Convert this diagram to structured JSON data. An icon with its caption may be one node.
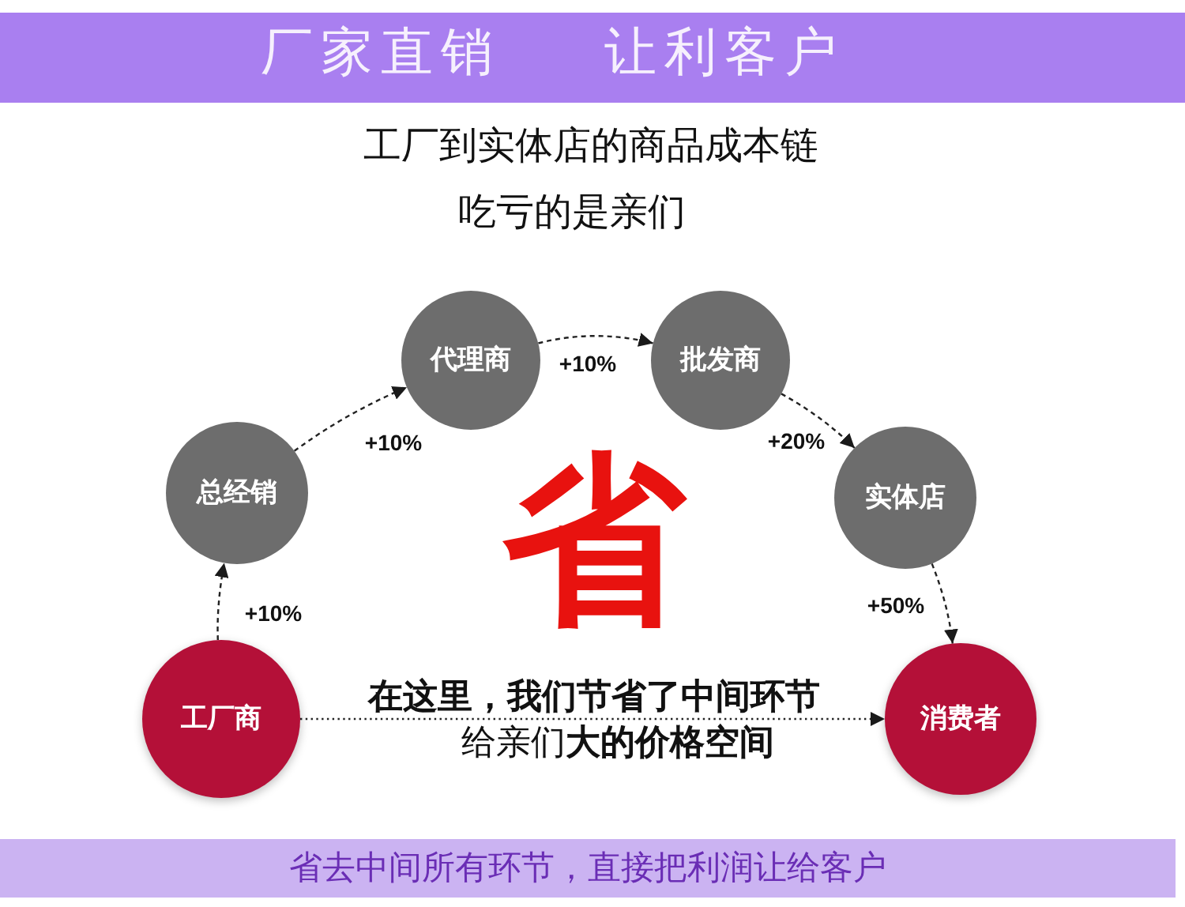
{
  "diagram": {
    "title": "厂家直销 让利客户",
    "nodes": [
      {
        "text": [
          "代理商"
        ]
      },
      {
        "text": [
          "批发商"
        ]
      },
      {
        "text": [
          "总经销"
        ]
      },
      {
        "text": [
          "实体店"
        ]
      },
      {
        "text": [
          "工厂商"
        ]
      },
      {
        "text": [
          "消费者"
        ]
      }
    ],
    "edges": [
      {
        "from": 4,
        "to": 2,
        "arrow": "to",
        "label": "+10%",
        "style": "dashed"
      },
      {
        "from": 2,
        "to": 0,
        "arrow": "to",
        "label": "+10%",
        "style": "dashed"
      },
      {
        "from": 0,
        "to": 1,
        "arrow": "to",
        "label": "+10%",
        "style": "dashed"
      },
      {
        "from": 1,
        "to": 3,
        "arrow": "to",
        "label": "+20%",
        "style": "dashed"
      },
      {
        "from": 3,
        "to": 5,
        "arrow": "to",
        "label": "+50%",
        "style": "dashed"
      },
      {
        "from": 4,
        "to": 5,
        "arrow": "to",
        "style": "dashed"
      }
    ],
    "labels": [
      "工厂到实体店的商品成本链",
      "吃亏的是亲们",
      "省",
      "在这里，我们节省了中间环节",
      "给亲们**大的价格空间**"
    ],
    "caption": "省去中间所有环节，直接把利润让给客户"
  }
}
